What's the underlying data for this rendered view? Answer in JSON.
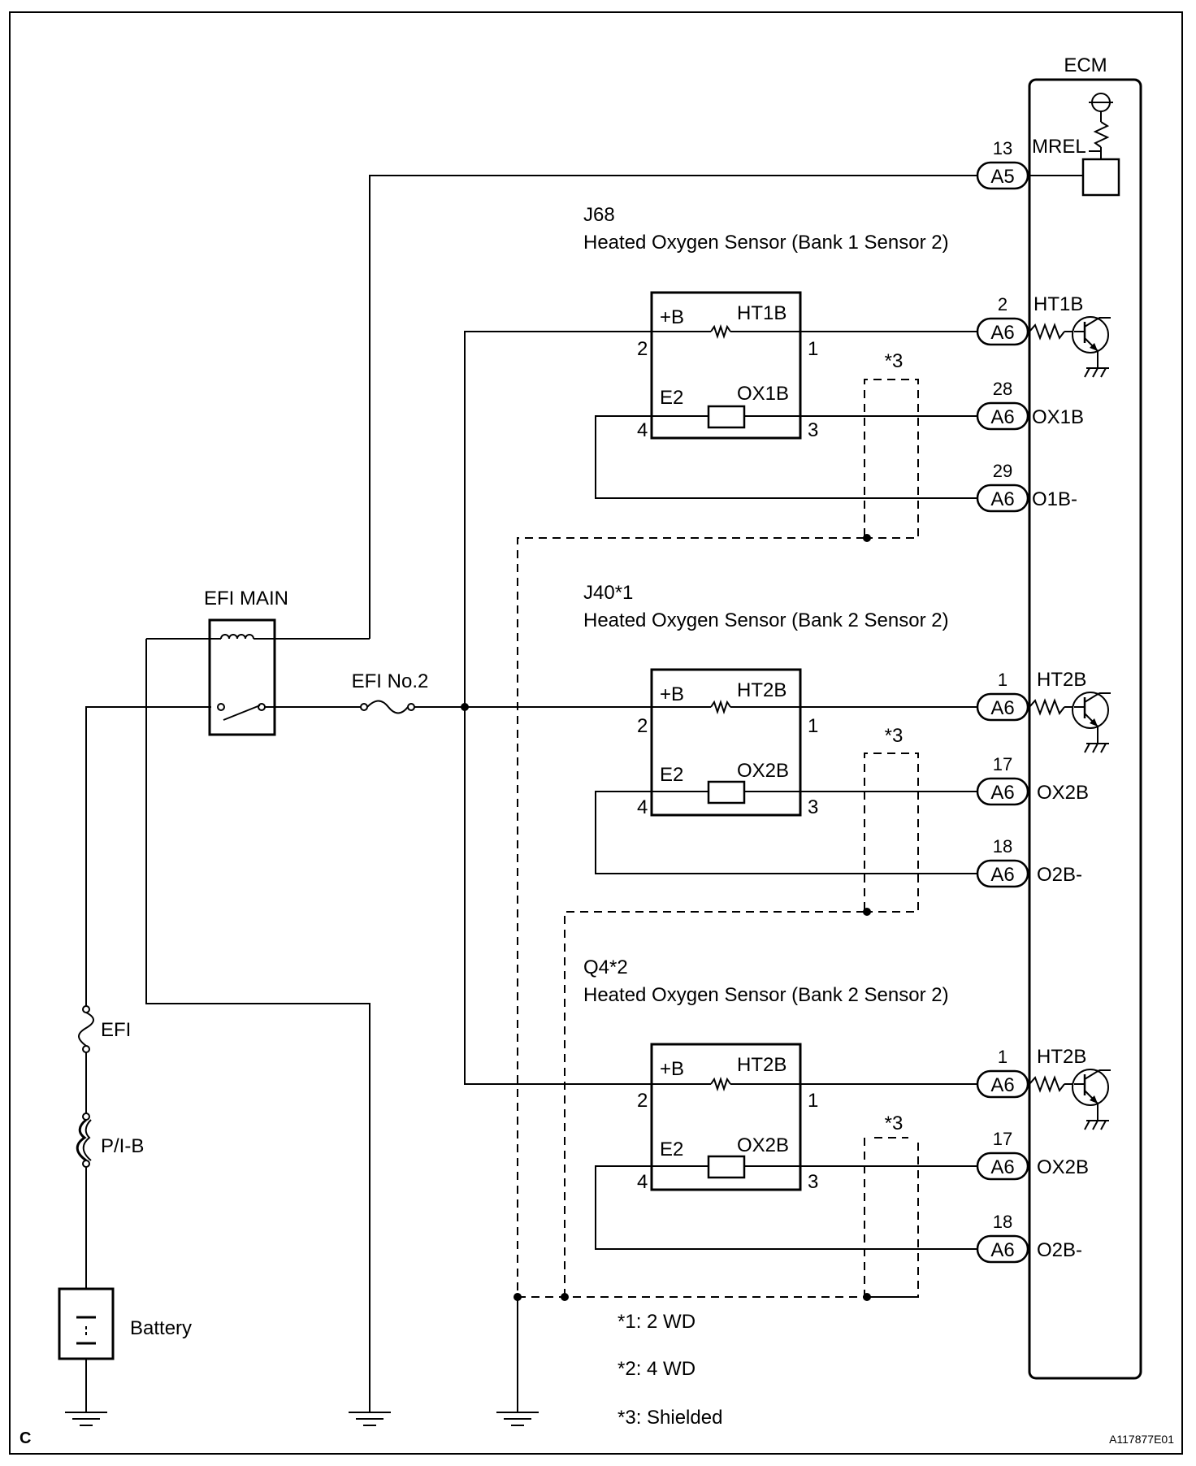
{
  "ecm": {
    "title": "ECM",
    "mrel": "MREL"
  },
  "relay": {
    "label": "EFI MAIN"
  },
  "fuses": {
    "efi_no2": "EFI No.2",
    "efi": "EFI",
    "pib": "P/I-B"
  },
  "battery": {
    "label": "Battery"
  },
  "ecm_terminals": [
    {
      "pin": "13",
      "connector": "A5",
      "label": ""
    },
    {
      "pin": "2",
      "connector": "A6",
      "label": "HT1B"
    },
    {
      "pin": "28",
      "connector": "A6",
      "label": "OX1B"
    },
    {
      "pin": "29",
      "connector": "A6",
      "label": "O1B-"
    },
    {
      "pin": "1",
      "connector": "A6",
      "label": "HT2B"
    },
    {
      "pin": "17",
      "connector": "A6",
      "label": "OX2B"
    },
    {
      "pin": "18",
      "connector": "A6",
      "label": "O2B-"
    },
    {
      "pin": "1",
      "connector": "A6",
      "label": "HT2B"
    },
    {
      "pin": "17",
      "connector": "A6",
      "label": "OX2B"
    },
    {
      "pin": "18",
      "connector": "A6",
      "label": "O2B-"
    }
  ],
  "sensors": [
    {
      "code": "J68",
      "name": "Heated Oxygen Sensor (Bank 1 Sensor 2)",
      "pb": "+B",
      "ht": "HT1B",
      "e2": "E2",
      "ox": "OX1B",
      "p1": "1",
      "p2": "2",
      "p3": "3",
      "p4": "4",
      "shield": "*3"
    },
    {
      "code": "J40*1",
      "name": "Heated Oxygen Sensor (Bank 2 Sensor 2)",
      "pb": "+B",
      "ht": "HT2B",
      "e2": "E2",
      "ox": "OX2B",
      "p1": "1",
      "p2": "2",
      "p3": "3",
      "p4": "4",
      "shield": "*3"
    },
    {
      "code": "Q4*2",
      "name": "Heated Oxygen Sensor (Bank 2 Sensor 2)",
      "pb": "+B",
      "ht": "HT2B",
      "e2": "E2",
      "ox": "OX2B",
      "p1": "1",
      "p2": "2",
      "p3": "3",
      "p4": "4",
      "shield": "*3"
    }
  ],
  "notes": [
    "*1: 2 WD",
    "*2: 4 WD",
    "*3: Shielded"
  ],
  "corner_label": "C",
  "figure_id": "A117877E01"
}
